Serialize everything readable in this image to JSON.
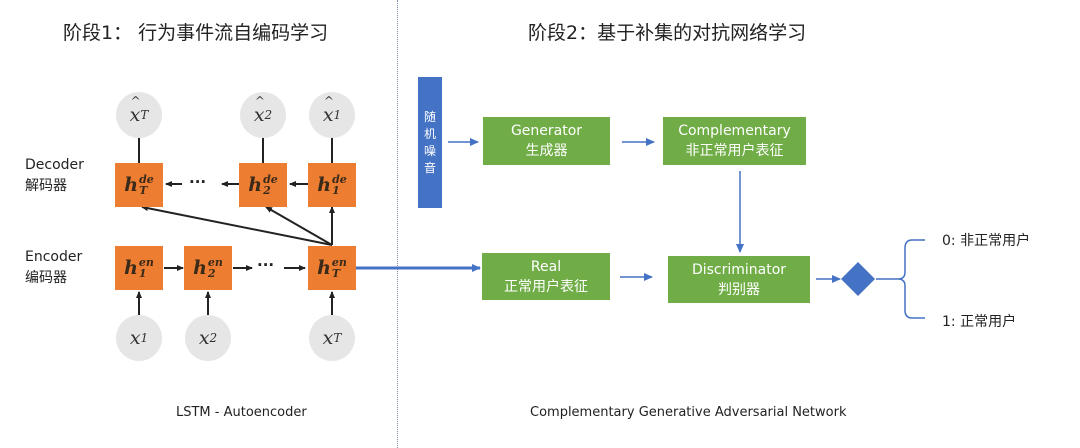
{
  "stage1": {
    "title": "阶段1： 行为事件流自编码学习",
    "caption": "LSTM - Autoencoder",
    "decoder_label": {
      "en": "Decoder",
      "zh": "解码器"
    },
    "encoder_label": {
      "en": "Encoder",
      "zh": "编码器"
    },
    "outputs": [
      {
        "base": "x",
        "sub": "T"
      },
      {
        "base": "x",
        "sub": "2"
      },
      {
        "base": "x",
        "sub": "1"
      }
    ],
    "decoder_cells": [
      {
        "base": "h",
        "sup": "de",
        "sub": "T"
      },
      {
        "base": "h",
        "sup": "de",
        "sub": "2"
      },
      {
        "base": "h",
        "sup": "de",
        "sub": "1"
      }
    ],
    "encoder_cells": [
      {
        "base": "h",
        "sup": "en",
        "sub": "1"
      },
      {
        "base": "h",
        "sup": "en",
        "sub": "2"
      },
      {
        "base": "h",
        "sup": "en",
        "sub": "T"
      }
    ],
    "inputs": [
      {
        "base": "x",
        "sub": "1"
      },
      {
        "base": "x",
        "sub": "2"
      },
      {
        "base": "x",
        "sub": "T"
      }
    ],
    "ellipsis": "···"
  },
  "stage2": {
    "title": "阶段2：基于补集的对抗网络学习",
    "caption": "Complementary Generative Adversarial Network",
    "noise": [
      "随",
      "机",
      "噪",
      "音"
    ],
    "generator": {
      "en": "Generator",
      "zh": "生成器"
    },
    "complementary": {
      "en": "Complementary",
      "zh": "非正常用户表征"
    },
    "real": {
      "en": "Real",
      "zh": "正常用户表征"
    },
    "discriminator": {
      "en": "Discriminator",
      "zh": "判别器"
    },
    "outputs": {
      "zero": "0: 非正常用户",
      "one": "1: 正常用户"
    }
  },
  "colors": {
    "orange": "#ed7d31",
    "green": "#70ad47",
    "blue": "#4472c4",
    "circle_gray": "#e6e6e6"
  }
}
